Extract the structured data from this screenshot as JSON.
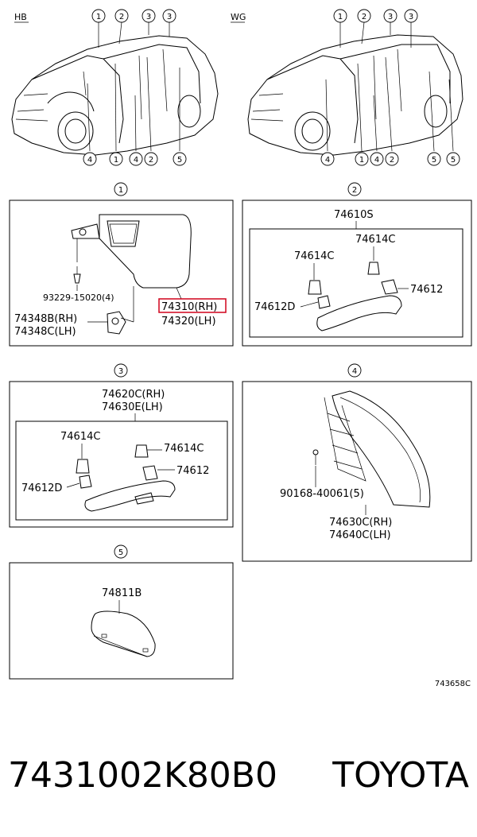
{
  "variants": {
    "hb": "HB",
    "wg": "WG"
  },
  "callouts": [
    "1",
    "2",
    "3",
    "3",
    "1",
    "4",
    "2",
    "4",
    "5"
  ],
  "callouts_wg": [
    "1",
    "2",
    "3",
    "3",
    "4",
    "1",
    "4",
    "2",
    "5",
    "5"
  ],
  "sections": {
    "s1": {
      "num": "1",
      "screw": "93229-15020(4)",
      "clip_rh": "74348B(RH)",
      "clip_lh": "74348C(LH)",
      "visor_rh": "74310(RH)",
      "visor_lh": "74320(LH)"
    },
    "s2": {
      "num": "2",
      "assy": "74610S",
      "cap_a": "74614C",
      "cap_b": "74614C",
      "grip": "74612",
      "grip_d": "74612D"
    },
    "s3": {
      "num": "3",
      "assy_rh": "74620C(RH)",
      "assy_lh": "74630E(LH)",
      "cap_a": "74614C",
      "cap_b": "74614C",
      "grip": "74612",
      "grip_d": "74612D"
    },
    "s4": {
      "num": "4",
      "screw": "90168-40061(5)",
      "trim_rh": "74630C(RH)",
      "trim_lh": "74640C(LH)"
    },
    "s5": {
      "num": "5",
      "part": "74811B"
    }
  },
  "diagram_code": "743658C",
  "footer": {
    "part_number": "7431002K80B0",
    "brand": "TOYOTA"
  },
  "colors": {
    "highlight": "#d0021b"
  }
}
